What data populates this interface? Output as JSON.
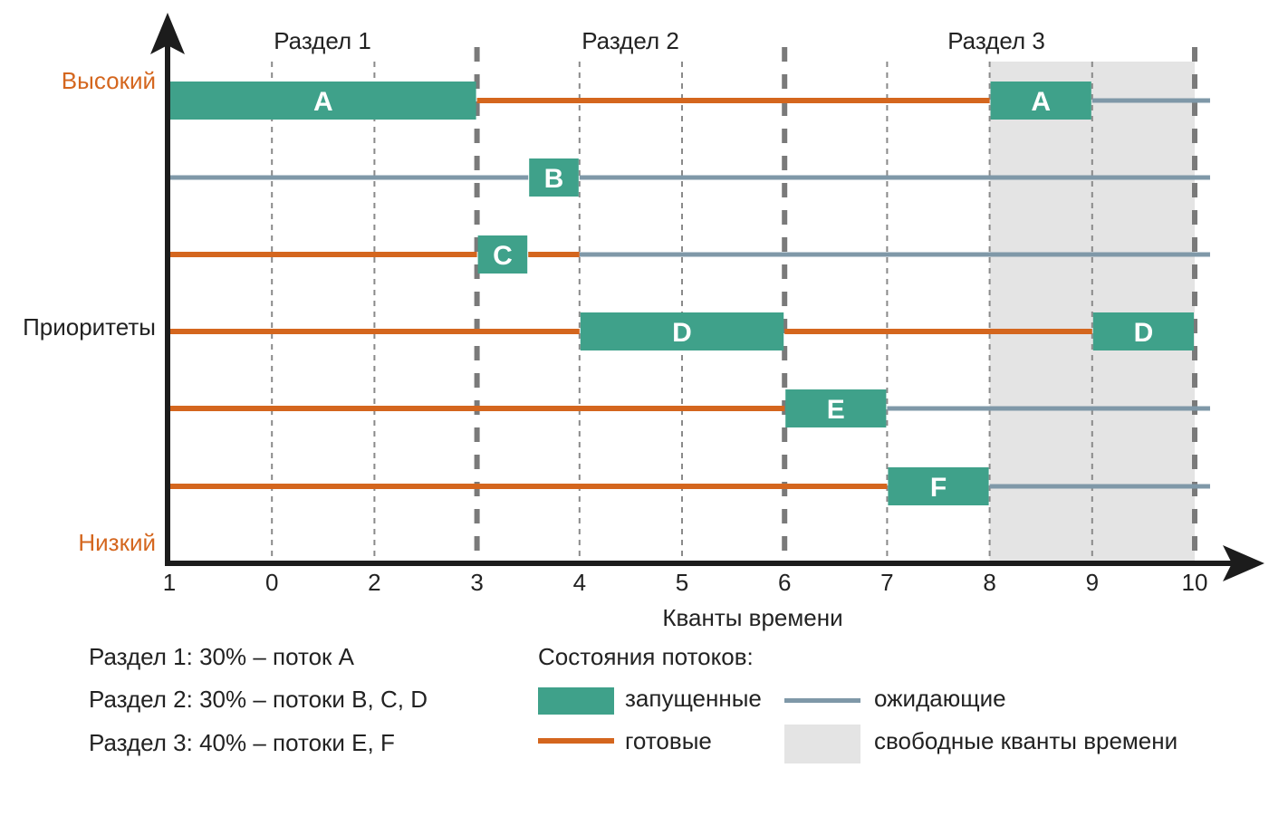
{
  "colors": {
    "running": "#3fa18a",
    "ready": "#d4661e",
    "waiting": "#7f98a8",
    "free": "#e4e4e4",
    "axis": "#1c1c1c",
    "divider": "#7a7a7a",
    "grid": "#8a8a8a",
    "high_low_label": "#d4661e"
  },
  "chart_data": {
    "type": "gantt",
    "x_label": "Кванты времени",
    "x_ticks": [
      "1",
      "0",
      "2",
      "3",
      "4",
      "5",
      "6",
      "7",
      "8",
      "9",
      "10"
    ],
    "y_label": "Приоритеты",
    "y_high": "Высокий",
    "y_low": "Низкий",
    "sections": [
      {
        "label": "Раздел 1",
        "from": 0,
        "to": 3
      },
      {
        "label": "Раздел 2",
        "from": 3,
        "to": 6
      },
      {
        "label": "Раздел 3",
        "from": 6,
        "to": 10
      }
    ],
    "section_boundaries": [
      3,
      6,
      10
    ],
    "free_interval": [
      8,
      10
    ],
    "threads": [
      {
        "name": "A",
        "segments": [
          {
            "state": "running",
            "from": 0,
            "to": 3,
            "label": "A"
          },
          {
            "state": "ready",
            "from": 3,
            "to": 8
          },
          {
            "state": "running",
            "from": 8,
            "to": 9,
            "label": "A"
          },
          {
            "state": "waiting",
            "from": 9,
            "to": 10.15
          }
        ]
      },
      {
        "name": "B",
        "segments": [
          {
            "state": "waiting",
            "from": 0,
            "to": 3.5
          },
          {
            "state": "running",
            "from": 3.5,
            "to": 4,
            "label": "B"
          },
          {
            "state": "waiting",
            "from": 4,
            "to": 10.15
          }
        ]
      },
      {
        "name": "C",
        "segments": [
          {
            "state": "ready",
            "from": 0,
            "to": 3
          },
          {
            "state": "running",
            "from": 3,
            "to": 3.5,
            "label": "C"
          },
          {
            "state": "ready",
            "from": 3.5,
            "to": 4
          },
          {
            "state": "waiting",
            "from": 4,
            "to": 10.15
          }
        ]
      },
      {
        "name": "D",
        "segments": [
          {
            "state": "ready",
            "from": 0,
            "to": 4
          },
          {
            "state": "running",
            "from": 4,
            "to": 6,
            "label": "D"
          },
          {
            "state": "ready",
            "from": 6,
            "to": 9
          },
          {
            "state": "running",
            "from": 9,
            "to": 10,
            "label": "D"
          }
        ]
      },
      {
        "name": "E",
        "segments": [
          {
            "state": "ready",
            "from": 0,
            "to": 6
          },
          {
            "state": "running",
            "from": 6,
            "to": 7,
            "label": "E"
          },
          {
            "state": "waiting",
            "from": 7,
            "to": 10.15
          }
        ]
      },
      {
        "name": "F",
        "segments": [
          {
            "state": "ready",
            "from": 0,
            "to": 7
          },
          {
            "state": "running",
            "from": 7,
            "to": 8,
            "label": "F"
          },
          {
            "state": "waiting",
            "from": 8,
            "to": 10.15
          }
        ]
      }
    ]
  },
  "notes": [
    "Раздел 1: 30% – поток A",
    "Раздел 2: 30% – потоки B, C, D",
    "Раздел 3: 40% – потоки E, F"
  ],
  "legend": {
    "title": "Состояния потоков:",
    "running": "запущенные",
    "ready": "готовые",
    "waiting": "ожидающие",
    "free": "свободные кванты времени"
  }
}
